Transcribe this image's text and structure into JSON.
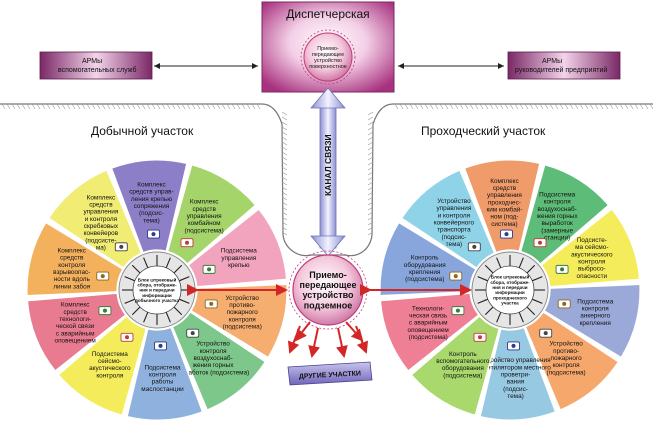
{
  "header": {
    "title": "Диспетчерская",
    "top_transceiver": [
      "Приемо-",
      "передающее",
      "устройство",
      "поверхностное"
    ],
    "arm_left": [
      "АРМы",
      "вспомогательных служб"
    ],
    "arm_right": [
      "АРМы",
      "руководителей предприятий"
    ]
  },
  "channel_label": "КАНАЛ СВЯЗИ",
  "underground_transceiver": [
    "Приемо-",
    "передающее",
    "устройство",
    "подземное"
  ],
  "other_sites_label": "ДРУГИЕ УЧАСТКИ",
  "left_site": {
    "title": "Добычной участок",
    "hub": [
      "Блок штрековый",
      "сбора, отображе-",
      "ния и передачи",
      "информации",
      "добычного участка"
    ],
    "segments": [
      {
        "lines": [
          "Комплекс",
          "средств управ-",
          "ления крепью",
          "сопряжения",
          "(подсис-",
          "тема)"
        ],
        "color": "#8d7fc7"
      },
      {
        "lines": [
          "Комплекс",
          "средств",
          "управления",
          "комбайном",
          "(подсистема)"
        ],
        "color": "#a5d46a"
      },
      {
        "lines": [
          "Подсистема",
          "управления",
          "крепью"
        ],
        "color": "#f2a3bd"
      },
      {
        "lines": [
          "Устройство",
          "противо-",
          "пожарного",
          "контроля",
          "(подсистема)"
        ],
        "color": "#f5ad70"
      },
      {
        "lines": [
          "Устройство",
          "контроля",
          "воздухоснаб-",
          "жения горных",
          "выработок (подсистема)"
        ],
        "color": "#7dc78b"
      },
      {
        "lines": [
          "Подсистема",
          "контроля",
          "работы",
          "маслостанции"
        ],
        "color": "#8fb1dd"
      },
      {
        "lines": [
          "Подсистема",
          "сейсмо-",
          "акустического",
          "контроля"
        ],
        "color": "#f4ec5a"
      },
      {
        "lines": [
          "Комплекс",
          "средств",
          "технологи-",
          "ческой связи",
          "с аварийным",
          "оповещением"
        ],
        "color": "#e97b91"
      },
      {
        "lines": [
          "Комплекс",
          "средств",
          "контроля",
          "взрывоопас-",
          "ности вдоль",
          "линии забоя"
        ],
        "color": "#f3b15e"
      },
      {
        "lines": [
          "Комплекс",
          "средств",
          "управления",
          "и контроля",
          "скребковых",
          "конвейеров",
          "(подсисте-",
          "ма)"
        ],
        "color": "#f0ec74"
      }
    ]
  },
  "right_site": {
    "title": "Проходческий участок",
    "hub": [
      "Блок штрековый",
      "сбора, отображе-",
      "ния и передачи",
      "информации",
      "проходческого",
      "участка"
    ],
    "segments": [
      {
        "lines": [
          "Комплекс",
          "средств",
          "управления",
          "проходчес-",
          "ким комбай-",
          "ном (под-",
          "система)"
        ],
        "color": "#ef9b6a"
      },
      {
        "lines": [
          "Подсистема",
          "контроля",
          "воздухоснаб-",
          "жения горных",
          "выработок",
          "(замерные",
          "станции)"
        ],
        "color": "#5dbd78"
      },
      {
        "lines": [
          "Подсисте-",
          "ма сейсмо-",
          "акустического",
          "контроля",
          "выбросо-",
          "опасности"
        ],
        "color": "#f4ec5a"
      },
      {
        "lines": [
          "Подсистема",
          "контроля",
          "анкерного",
          "крепления"
        ],
        "color": "#9aa9d8"
      },
      {
        "lines": [
          "Устройство",
          "противо-",
          "пожарного",
          "контроля",
          "(подсистема)"
        ],
        "color": "#f6a86c"
      },
      {
        "lines": [
          "Устройство управления",
          "вентилятором местного",
          "проветри-",
          "вания",
          "(подсис-",
          "тема)"
        ],
        "color": "#98c9e3"
      },
      {
        "lines": [
          "Контроль",
          "вспомогательного",
          "оборудования",
          "(подсистема)"
        ],
        "color": "#a9d86c"
      },
      {
        "lines": [
          "Технологи-",
          "ческая связь",
          "с аварийным",
          "оповещением",
          "(подсистема)"
        ],
        "color": "#ee7f95"
      },
      {
        "lines": [
          "Контроль",
          "оборудования",
          "крепления",
          "(подсистема)"
        ],
        "color": "#88a6dc"
      },
      {
        "lines": [
          "Устройство",
          "управления",
          "и контроля",
          "конвейерного",
          "транспорта",
          "(подсис-",
          "тема)"
        ],
        "color": "#8fd3e9"
      }
    ]
  },
  "colors": {
    "title_box": "#b63d8f",
    "arm_box": "#8a2f6f",
    "hub_ring": "#9a9a9a",
    "arrow": "#d32626",
    "ground": "#777777"
  },
  "icons": [
    "shearer-icon",
    "sensor-icon",
    "fire-icon",
    "cable-icon",
    "phone-icon",
    "fan-icon",
    "gauge-icon",
    "conveyor-icon",
    "roof-support-icon",
    "drill-icon"
  ]
}
